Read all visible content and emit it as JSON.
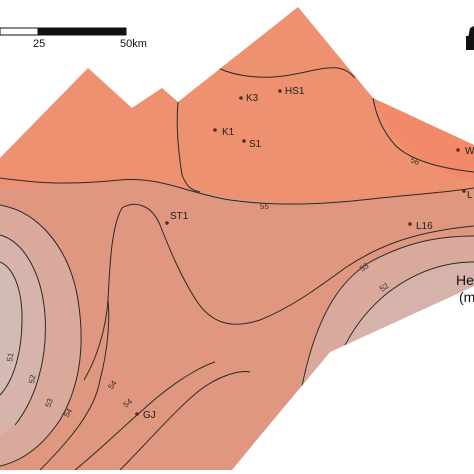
{
  "colors": {
    "high": "#ef8f70",
    "mid": "#df977f",
    "low": "#d9a99c",
    "lowest": "#d6b4ab",
    "contour_line": "#2a2a2a",
    "well_marker": "#5a2a20"
  },
  "scale_bar": {
    "labels": [
      "25",
      "50km"
    ]
  },
  "north_arrow": {
    "icon": "north-arrow-icon"
  },
  "contour_labels": {
    "c56": "56",
    "c55": "55",
    "c53": "53",
    "c52_east": "52",
    "c51": "51",
    "c52_west": "52",
    "c53_west": "53",
    "c54_west": "54",
    "c54_south": "54",
    "c54_gj": "54"
  },
  "wells": [
    {
      "name": "K3"
    },
    {
      "name": "HS1"
    },
    {
      "name": "K1"
    },
    {
      "name": "S1"
    },
    {
      "name": "W"
    },
    {
      "name": "L"
    },
    {
      "name": "L16"
    },
    {
      "name": "ST1"
    },
    {
      "name": "GJ"
    }
  ],
  "legend": {
    "title_line1": "He",
    "title_line2": "(m"
  }
}
